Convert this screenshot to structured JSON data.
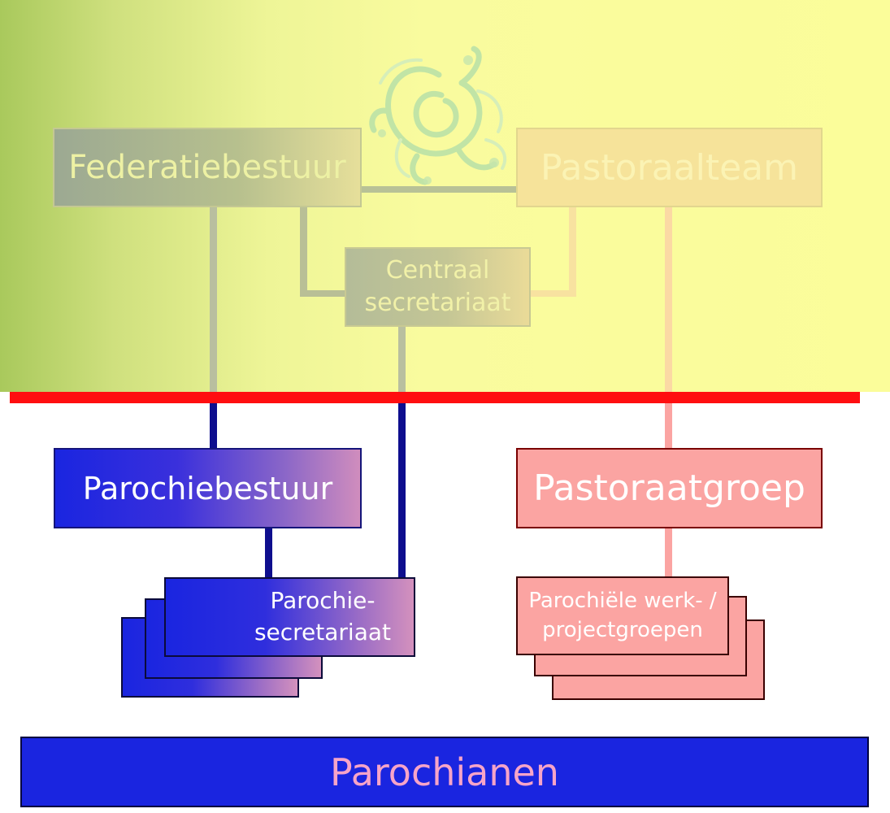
{
  "boxes": {
    "federatiebestuur": "Federatiebestuur",
    "pastoraalteam": "Pastoraalteam",
    "centraal_secretariaat": "Centraal\nsecretariaat",
    "parochiebestuur": "Parochiebestuur",
    "pastoraatgroep": "Pastoraatgroep",
    "parochie_secretariaat": "Parochie-\nsecretariaat",
    "parochiele_werkgroepen": "Parochiële werk- /\nprojectgroepen",
    "parochianen": "Parochianen"
  },
  "colors": {
    "separator": "#ff0e10",
    "parish_blue": "#1a25e0",
    "pastoral_pink": "#fba4a2",
    "top_band": "#fbfd9a"
  },
  "icons": {
    "logo": "swirl-emblem-icon"
  }
}
